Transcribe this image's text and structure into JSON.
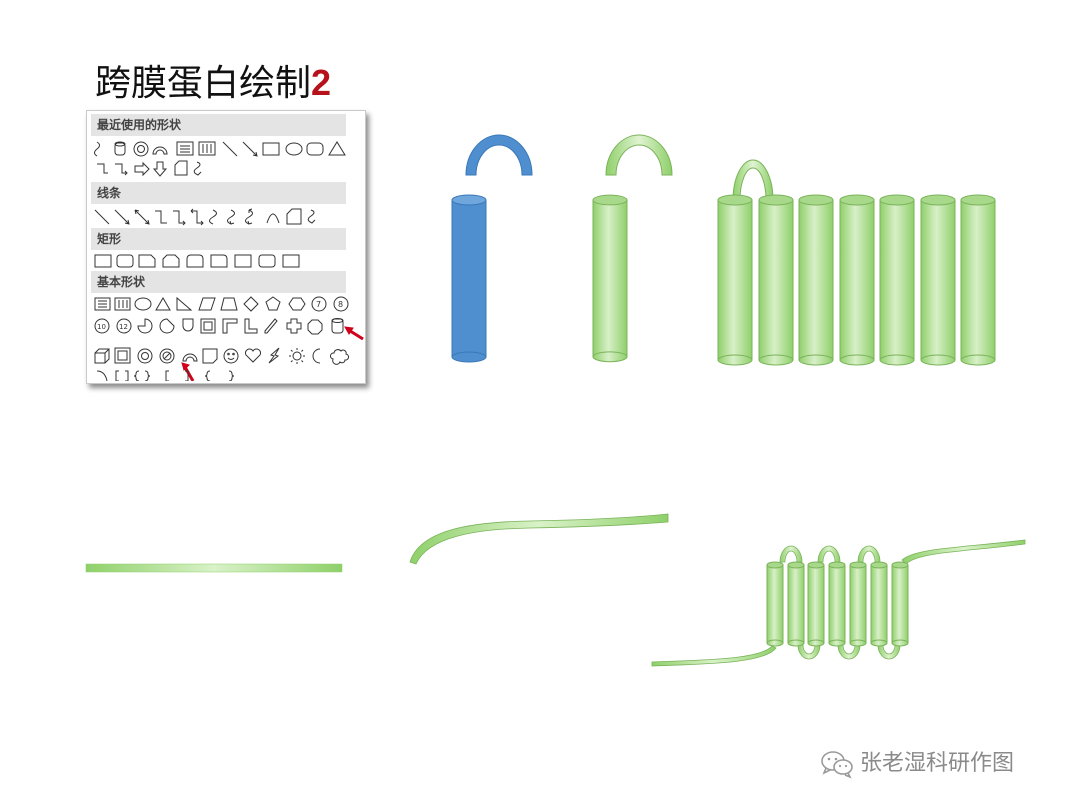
{
  "title": {
    "text": "跨膜蛋白绘制",
    "number": "2"
  },
  "shape_panel": {
    "sections": [
      {
        "label": "最近使用的形状"
      },
      {
        "label": "线条"
      },
      {
        "label": "矩形"
      },
      {
        "label": "基本形状"
      }
    ],
    "highlighted_shapes": [
      "can-shape-icon",
      "arc-block-shape-icon"
    ],
    "pointer_color": "#d0021b"
  },
  "colors": {
    "helix_blue": "#4f8fd0",
    "helix_green": "#a8d98a",
    "membrane_green": "#8fd06a",
    "outline_green": "#7ab35a"
  },
  "watermark": {
    "text": "张老湿科研作图",
    "icon": "wechat-icon"
  }
}
